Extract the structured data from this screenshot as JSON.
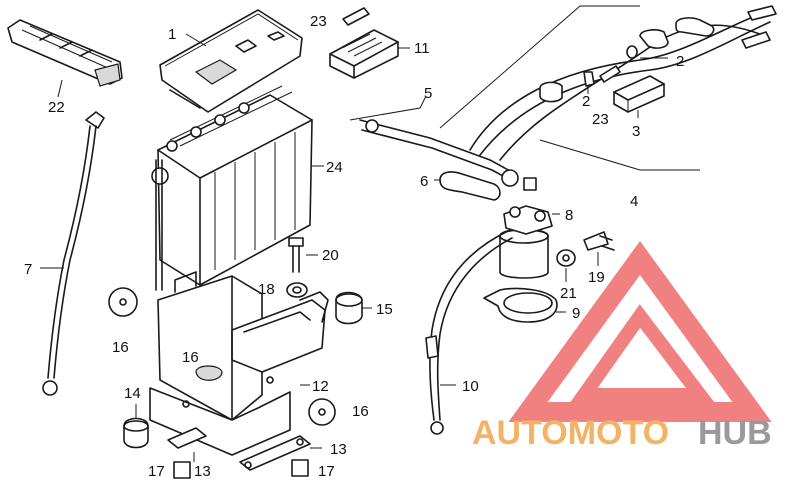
{
  "diagram": {
    "callouts": {
      "c1": "1",
      "c2a": "2",
      "c2b": "2",
      "c3": "3",
      "c4": "4",
      "c5": "5",
      "c6": "6",
      "c7": "7",
      "c8": "8",
      "c9": "9",
      "c10": "10",
      "c11": "11",
      "c12": "12",
      "c13a": "13",
      "c13b": "13",
      "c14": "14",
      "c15": "15",
      "c16a": "16",
      "c16b": "16",
      "c16c": "16",
      "c17a": "17",
      "c17b": "17",
      "c18": "18",
      "c19": "19",
      "c20": "20",
      "c21": "21",
      "c22": "22",
      "c23a": "23",
      "c23b": "23",
      "c24": "24"
    }
  },
  "watermark": {
    "part_a": "AUTOMOTO",
    "part_b": "HUB",
    "color_a": "#f4b266",
    "color_b": "#9a9a9a",
    "logo_color": "#ef6b6b"
  }
}
